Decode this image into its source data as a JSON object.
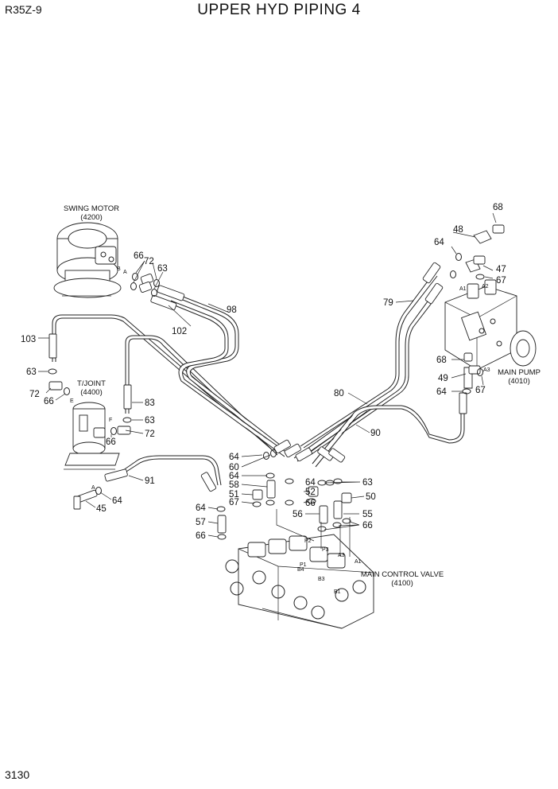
{
  "header": {
    "model_code": "R35Z-9",
    "title": "UPPER HYD PIPING 4"
  },
  "footer": {
    "page_number": "3130"
  },
  "assemblies": {
    "swing_motor": {
      "name": "SWING MOTOR",
      "code": "(4200)"
    },
    "t_joint": {
      "name": "T/JOINT",
      "code": "(4400)"
    },
    "main_pump": {
      "name": "MAIN PUMP",
      "code": "(4010)"
    },
    "main_control_valve": {
      "name": "MAIN CONTROL VALVE",
      "code": "(4100)"
    }
  },
  "port_labels": {
    "swing_a": "A",
    "swing_b": "B",
    "tjoint_e": "E",
    "tjoint_f": "F",
    "tee_a": "A",
    "pump_a1": "A1",
    "pump_a2": "A2",
    "pump_a3": "A3",
    "mcv_p1": "P1",
    "mcv_p2": "P2",
    "mcv_p3": "P3",
    "mcv_a1": "A1",
    "mcv_a3": "A3",
    "mcv_b1": "B1",
    "mcv_b3": "B3",
    "mcv_b4": "B4"
  },
  "callouts": {
    "sm_66": "66",
    "sm_72": "72",
    "sm_63": "63",
    "h_98": "98",
    "h_102": "102",
    "h_103": "103",
    "tj_63": "63",
    "tj_72": "72",
    "tj_66": "66",
    "h_83": "83",
    "tj_63b": "63",
    "tj_72b": "72",
    "tj_66b": "66",
    "h_91": "91",
    "t_64": "64",
    "t_45": "45",
    "p_68": "68",
    "p_48": "48",
    "p_64": "64",
    "p_47": "47",
    "p_67": "67",
    "h_79": "79",
    "p_68b": "68",
    "p_49": "49",
    "p_64b": "64",
    "p_67b": "67",
    "h_80": "80",
    "h_90": "90",
    "c_64a": "64",
    "c_60": "60",
    "c_64b": "64",
    "c_58": "58",
    "c_51": "51",
    "c_67": "67",
    "c_64c": "64",
    "c_57": "57",
    "c_66": "66",
    "c_64d": "64",
    "c_63": "63",
    "c_52": "52",
    "c_66b": "66",
    "c_50": "50",
    "c_56": "56",
    "c_55": "55",
    "c_66c": "66"
  }
}
